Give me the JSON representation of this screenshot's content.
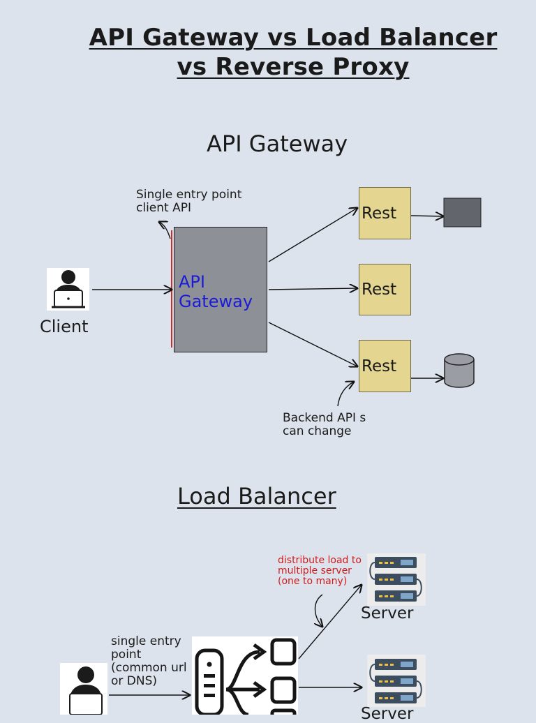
{
  "title_line1": "API Gateway vs Load Balancer",
  "title_line2": "vs  Reverse Proxy",
  "api_gateway": {
    "heading": "API Gateway",
    "gateway_label": "API\nGateway",
    "client_label": "Client",
    "entry_note": "Single entry point\nclient API",
    "rest_labels": [
      "Rest",
      "Rest",
      "Rest"
    ],
    "backend_note": "Backend API s\ncan change"
  },
  "load_balancer": {
    "heading": "Load Balancer",
    "distribute_note": "distribute load to\nmultiple server\n(one to many)",
    "entry_note": "single entry\npoint\n(common url\nor DNS)",
    "server_labels": [
      "Server",
      "Server"
    ]
  },
  "colors": {
    "background": "#dde3ec",
    "gateway_text": "#1b1bd6",
    "distribute_note": "#d11a1a",
    "rest_box": "#e4d690",
    "gateway_box": "#8d9197"
  }
}
